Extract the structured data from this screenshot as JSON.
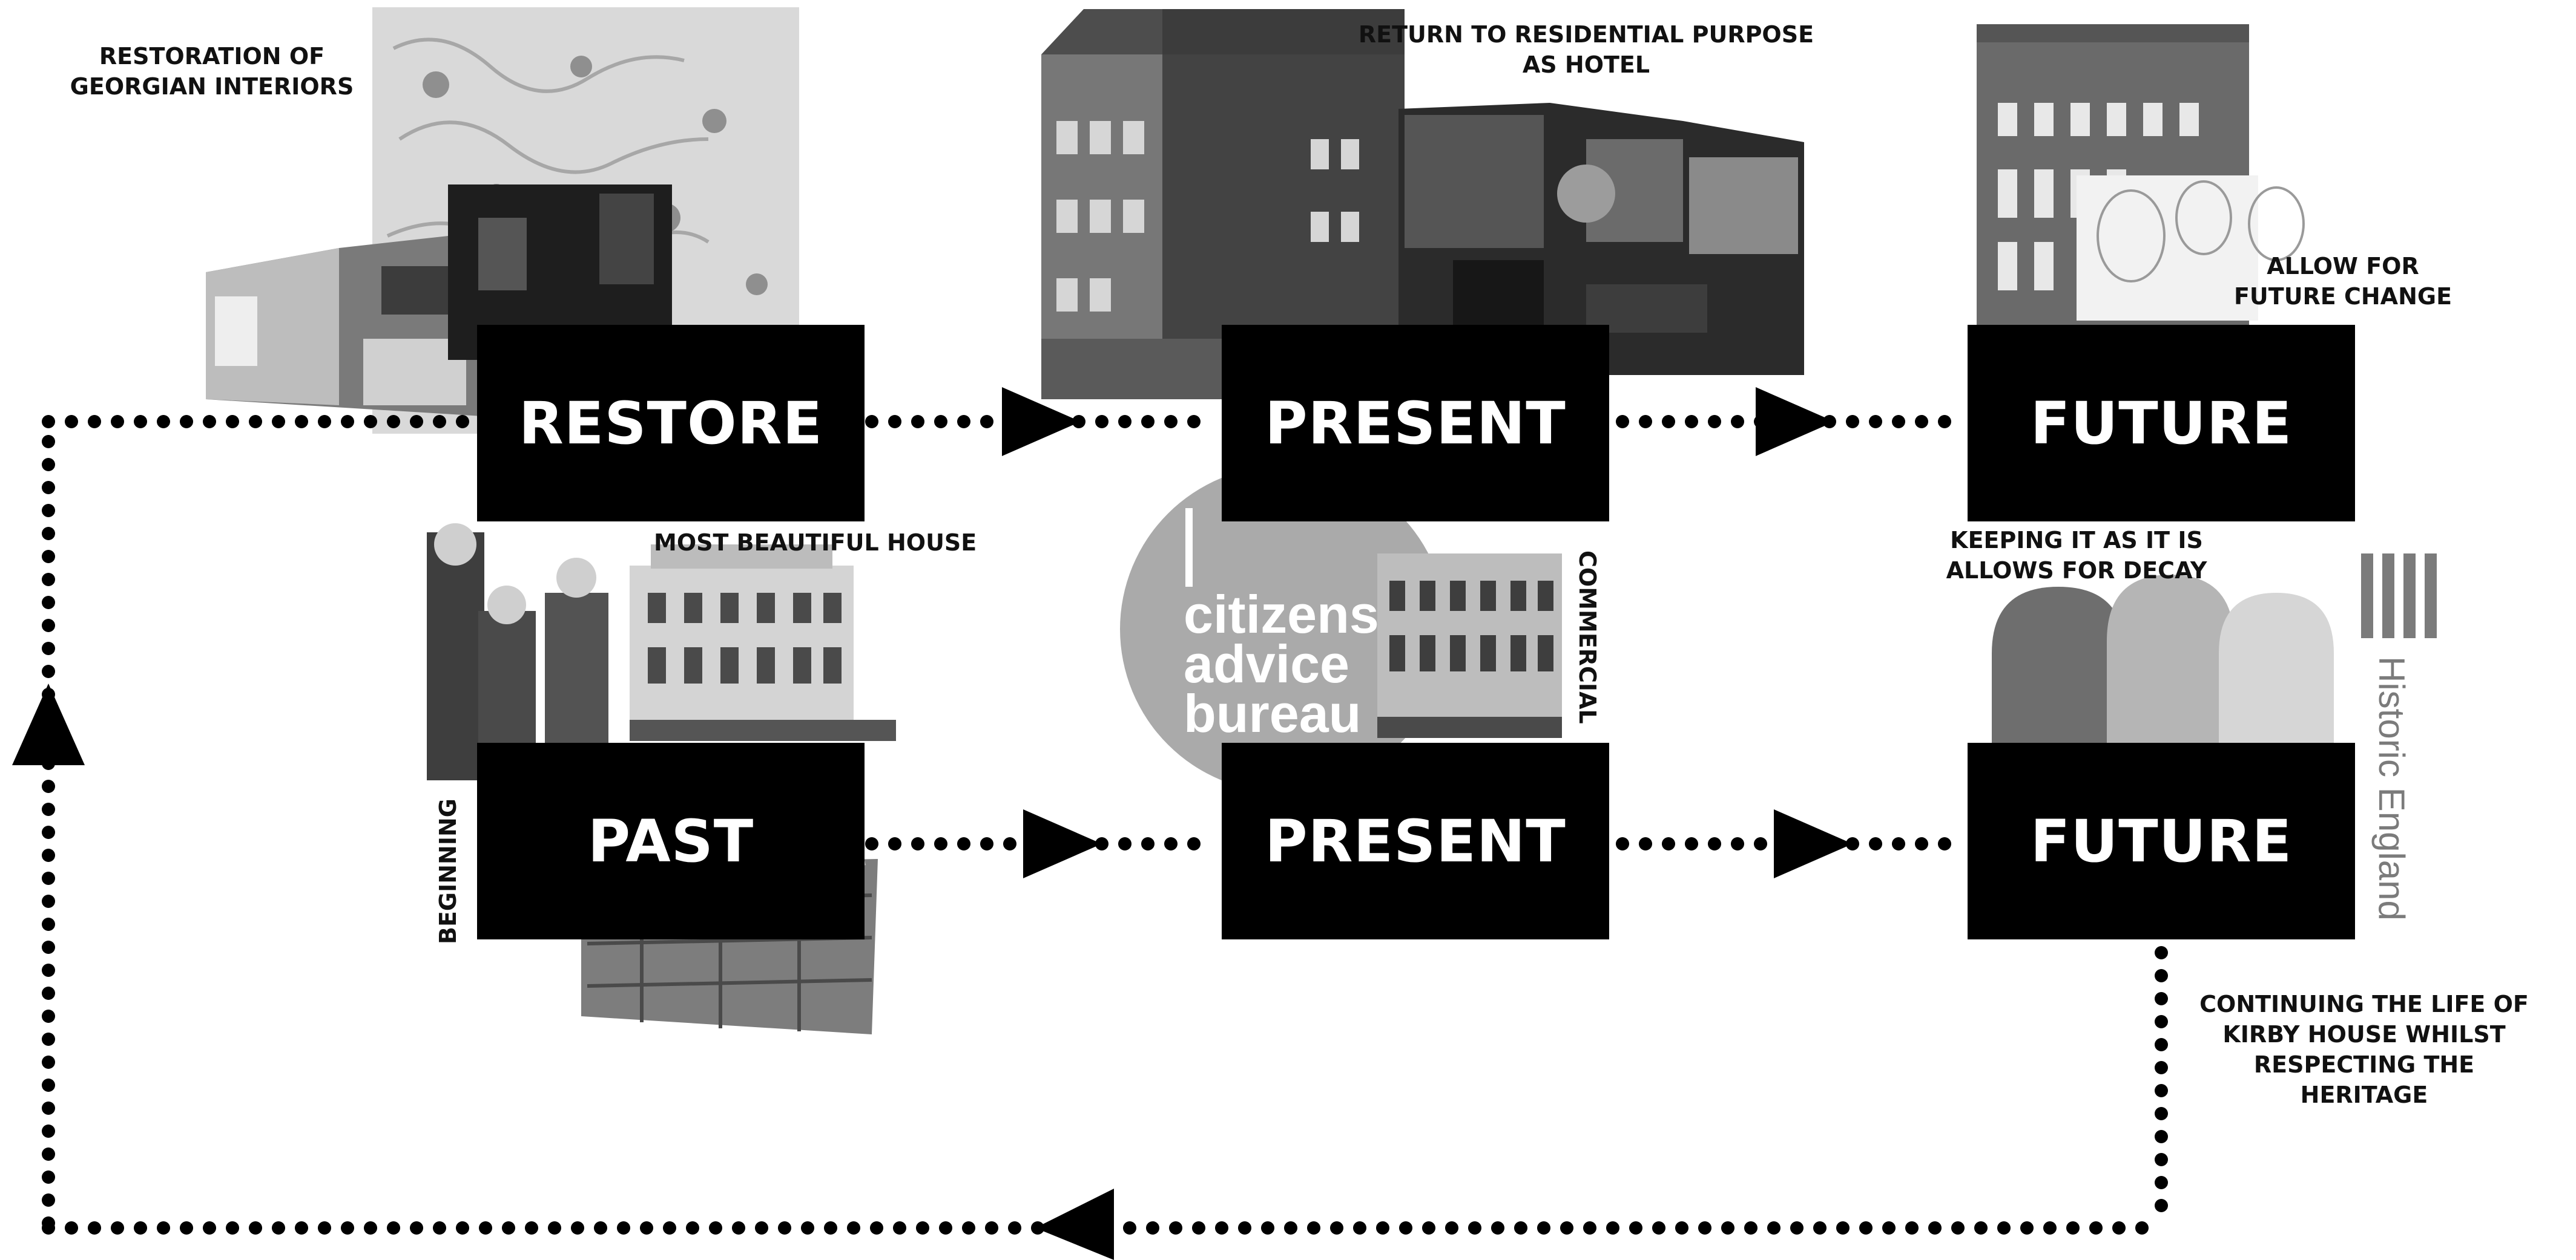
{
  "boxes": {
    "restore": "RESTORE",
    "present_top": "PRESENT",
    "future_top": "FUTURE",
    "past": "PAST",
    "present_bottom": "PRESENT",
    "future_bottom": "FUTURE"
  },
  "labels": {
    "restoration_line1": "RESTORATION OF",
    "restoration_line2": "GEORGIAN INTERIORS",
    "hotel_line1": "RETURN TO RESIDENTIAL PURPOSE",
    "hotel_line2": "AS HOTEL",
    "allow_line1": "ALLOW FOR",
    "allow_line2": "FUTURE CHANGE",
    "beautiful": "MOST BEAUTIFUL HOUSE",
    "commercial": "COMMERCIAL",
    "keeping_line1": "KEEPING IT AS IT IS",
    "keeping_line2": "ALLOWS FOR DECAY",
    "beginning": "BEGINNING",
    "continuing_line1": "CONTINUING THE LIFE OF",
    "continuing_line2": "KIRBY HOUSE WHILST",
    "continuing_line3": "RESPECTING THE",
    "continuing_line4": "HERITAGE"
  },
  "logos": {
    "citizens_line1": "citizens",
    "citizens_line2": "advice",
    "citizens_line3": "bureau",
    "historic_england": "Historic England"
  },
  "icons": [
    "arrow-right-icon",
    "arrow-left-icon",
    "arrow-up-icon",
    "dotted-connector"
  ],
  "colors": {
    "box": "#000000",
    "box_text": "#ffffff",
    "dots": "#000000",
    "photo_mid": "#8a8a8a",
    "logo_grey": "#aaaaaa"
  }
}
